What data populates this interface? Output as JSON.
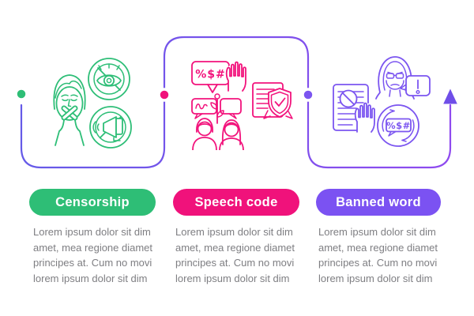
{
  "connector": {
    "gradient": [
      "#655AE8",
      "#8F4AEF"
    ],
    "arrow_color": "#6F4EE8",
    "dots": [
      {
        "id": "censorship-dot",
        "color": "#2EBE76"
      },
      {
        "id": "speech-code-dot",
        "color": "#F0127B"
      },
      {
        "id": "banned-word-dot",
        "color": "#7B55F0"
      }
    ]
  },
  "columns": [
    {
      "label": "Censorship",
      "pill_color": "#2EBE76",
      "icon_color": "#2EBE77",
      "icons": [
        "silenced-woman",
        "no-eye",
        "no-megaphone"
      ],
      "body_lines": [
        "Lorem ipsum dolor sit dim",
        "amet, mea regione diamet",
        "principes at. Cum no movi",
        "lorem ipsum dolor sit dim"
      ]
    },
    {
      "label": "Speech code",
      "pill_color": "#F0127B",
      "icon_color": "#F2137C",
      "bubble_text": "%$#",
      "icons": [
        "profanity-bubble",
        "stop-hand",
        "conversation",
        "certificate-shield"
      ],
      "body_lines": [
        "Lorem ipsum dolor sit dim",
        "amet, mea regione diamet",
        "principes at. Cum no movi",
        "lorem ipsum dolor sit dim"
      ]
    },
    {
      "label": "Banned word",
      "pill_color": "#7B52F2",
      "icon_color": "#7B55F0",
      "bubble_text": "%$#",
      "icons": [
        "censored-document",
        "stop-hand",
        "hooded-person",
        "exclamation-bubble",
        "no-profanity"
      ],
      "body_lines": [
        "Lorem ipsum dolor sit dim",
        "amet, mea regione diamet",
        "principes at. Cum no movi",
        "lorem ipsum dolor sit dim"
      ]
    }
  ]
}
